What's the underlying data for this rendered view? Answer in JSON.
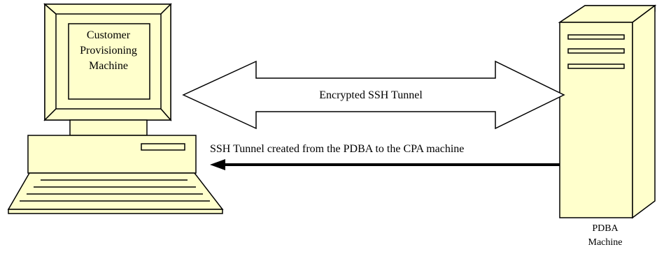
{
  "client": {
    "label_lines": [
      "Customer",
      "Provisioning",
      "Machine"
    ]
  },
  "tunnel": {
    "label": "Encrypted SSH Tunnel"
  },
  "connection": {
    "label": "SSH Tunnel created from the PDBA to the CPA machine"
  },
  "server": {
    "label_lines": [
      "PDBA",
      "Machine"
    ]
  },
  "colors": {
    "device_fill": "#ffffcc",
    "stroke": "#000000",
    "tunnel_fill": "#ffffff"
  }
}
